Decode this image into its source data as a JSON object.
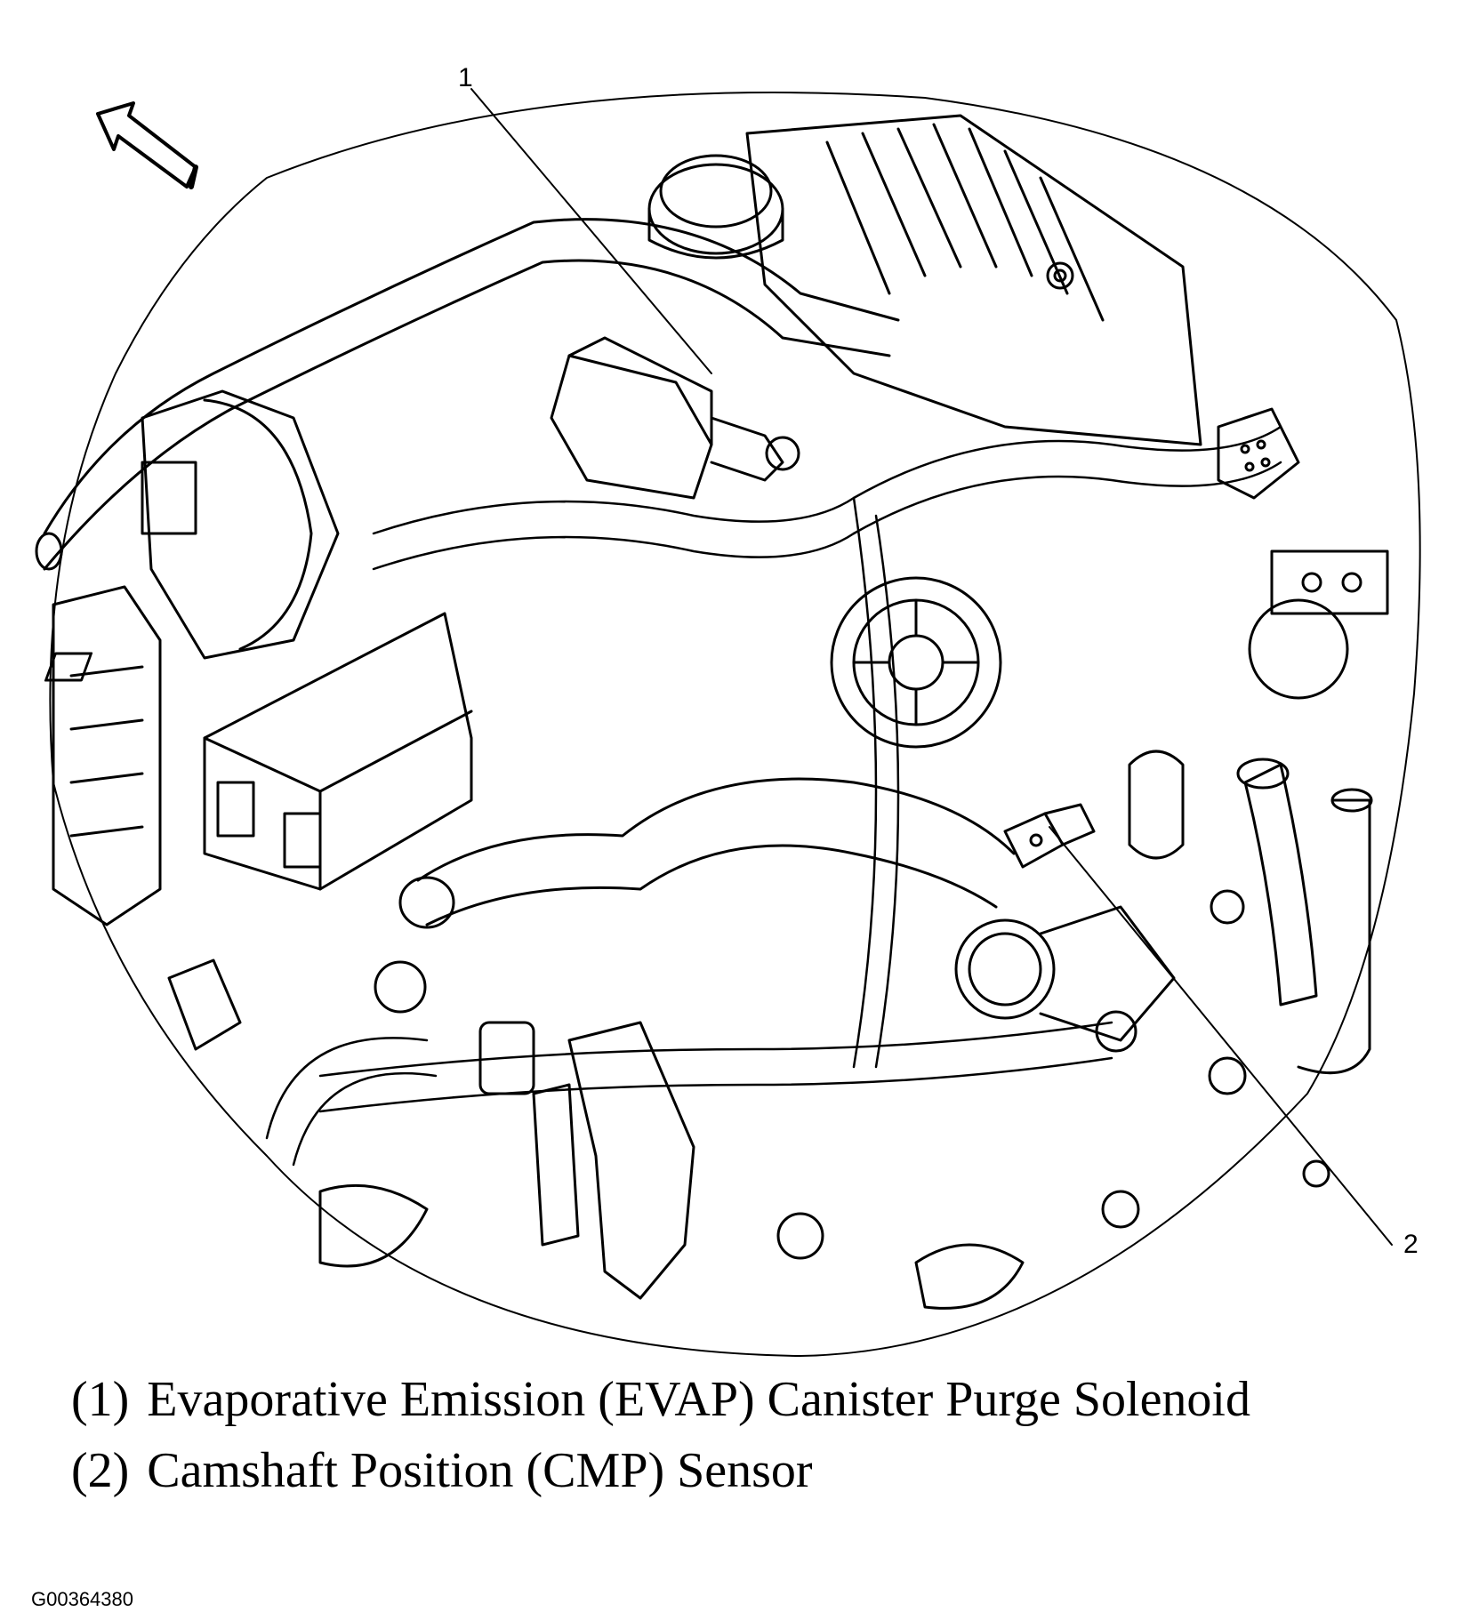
{
  "callouts": [
    {
      "number": "1",
      "label": "Evaporative Emission (EVAP) Canister Purge Solenoid"
    },
    {
      "number": "2",
      "label": "Camshaft Position (CMP) Sensor"
    }
  ],
  "legend": [
    {
      "number": "(1)",
      "label": "Evaporative Emission (EVAP) Canister Purge Solenoid"
    },
    {
      "number": "(2)",
      "label": "Camshaft Position (CMP) Sensor"
    }
  ],
  "figure_id": "G00364380",
  "icons": {
    "orientation": "forward-arrow-icon"
  },
  "colors": {
    "line": "#000000",
    "background": "#ffffff"
  }
}
